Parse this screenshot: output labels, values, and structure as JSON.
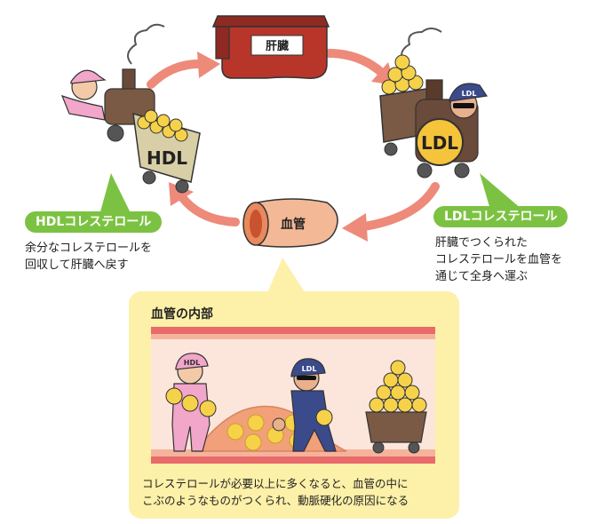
{
  "labels": {
    "liver": "肝臓",
    "vessel": "血管",
    "hdl_cart": "HDL",
    "ldl_wheel": "LDL",
    "hdl_cap": "HDL",
    "ldl_cap": "LDL"
  },
  "hdl": {
    "bubble": "HDLコレステロール",
    "desc": [
      "余分なコレステロールを",
      "回収して肝臓へ戻す"
    ]
  },
  "ldl": {
    "bubble": "LDLコレステロール",
    "desc": [
      "肝臓でつくられた",
      "コレステロールを血管を",
      "通じて全身へ運ぶ"
    ]
  },
  "panel": {
    "title": "血管の内部",
    "caption": [
      "コレステロールが必要以上に多くなると、血管の中に",
      "こぶのようなものがつくられ、動脈硬化の原因になる"
    ]
  },
  "colors": {
    "green": "#7cc242",
    "panel_bg": "#fdf0a8",
    "arrow": "#ee8a7a",
    "liver_red": "#b8352a",
    "ball_yellow": "#f6d24a"
  }
}
